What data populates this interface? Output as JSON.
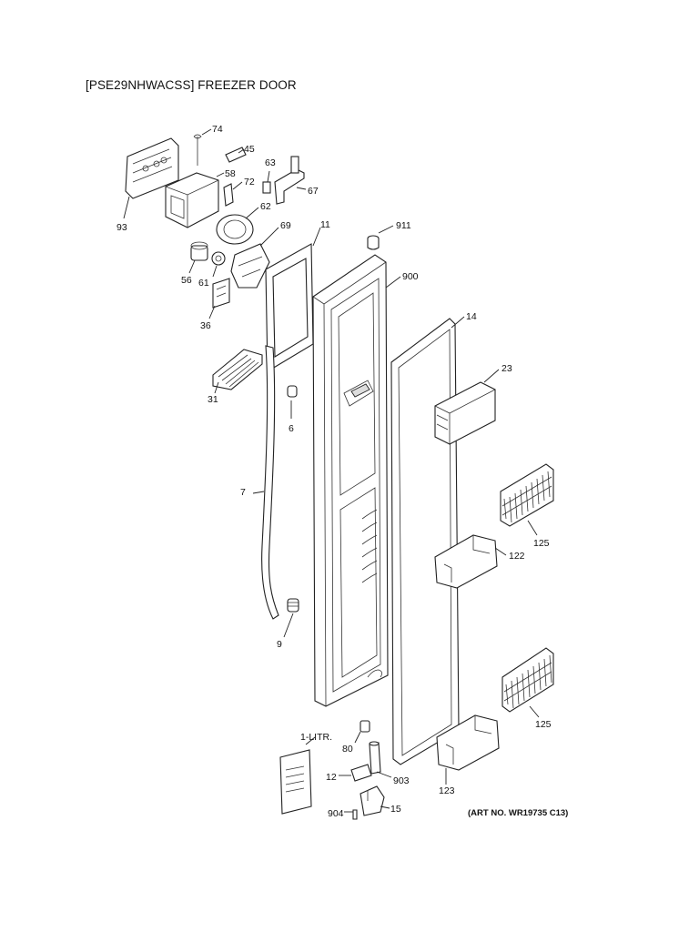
{
  "title": "[PSE29NHWACSS] FREEZER DOOR",
  "art_number": "(ART NO. WR19735 C13)",
  "callouts": {
    "p74": "74",
    "p45": "45",
    "p58": "58",
    "p63": "63",
    "p72": "72",
    "p67": "67",
    "p62": "62",
    "p93": "93",
    "p69": "69",
    "p11": "11",
    "p911": "911",
    "p56": "56",
    "p61": "61",
    "p900": "900",
    "p36": "36",
    "p14": "14",
    "p31": "31",
    "p23": "23",
    "p6": "6",
    "p7": "7",
    "p125a": "125",
    "p122": "122",
    "p9": "9",
    "p125b": "125",
    "p1litr": "1-LITR.",
    "p80": "80",
    "p12": "12",
    "p903": "903",
    "p123": "123",
    "p904": "904",
    "p15": "15"
  }
}
